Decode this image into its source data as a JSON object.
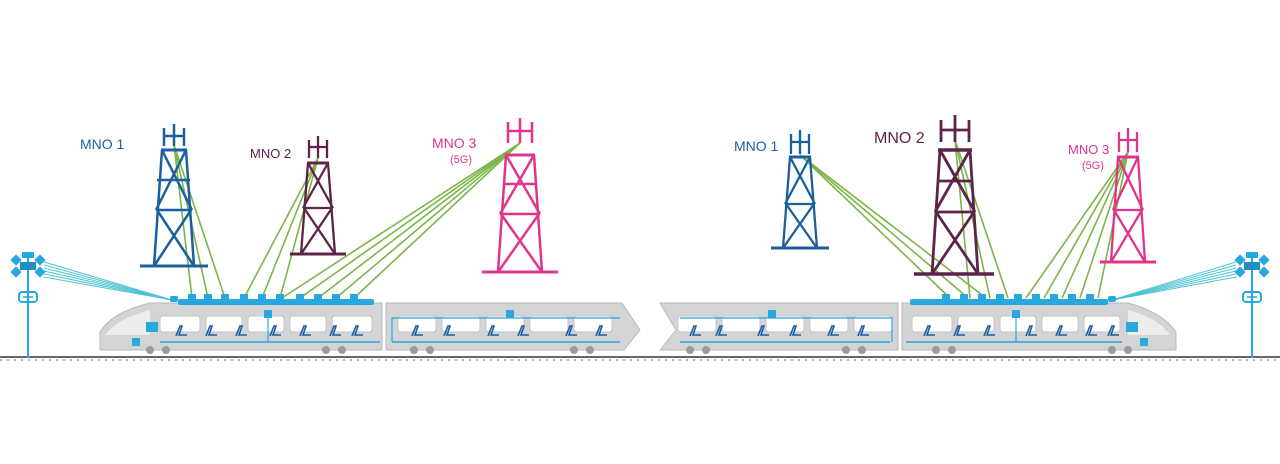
{
  "colors": {
    "mno1": "#1a5f9e",
    "mno2": "#5c2448",
    "mno3": "#e0358a",
    "link": "#7ab648",
    "wifi": "#4fc3d4",
    "equipment": "#29a8e0",
    "train_body": "#d2d4d6",
    "track": "#333333"
  },
  "left_scene": {
    "mno1": {
      "label": "MNO 1"
    },
    "mno2": {
      "label": "MNO 2"
    },
    "mno3": {
      "label": "MNO 3",
      "sublabel": "(5G)"
    }
  },
  "right_scene": {
    "mno1": {
      "label": "MNO 1"
    },
    "mno2": {
      "label": "MNO 2"
    },
    "mno3": {
      "label": "MNO 3",
      "sublabel": "(5G)"
    }
  },
  "icons": [
    "cell-tower-icon",
    "trackside-access-point-icon",
    "train-icon",
    "passenger-seat-icon",
    "roof-antenna-icon"
  ]
}
